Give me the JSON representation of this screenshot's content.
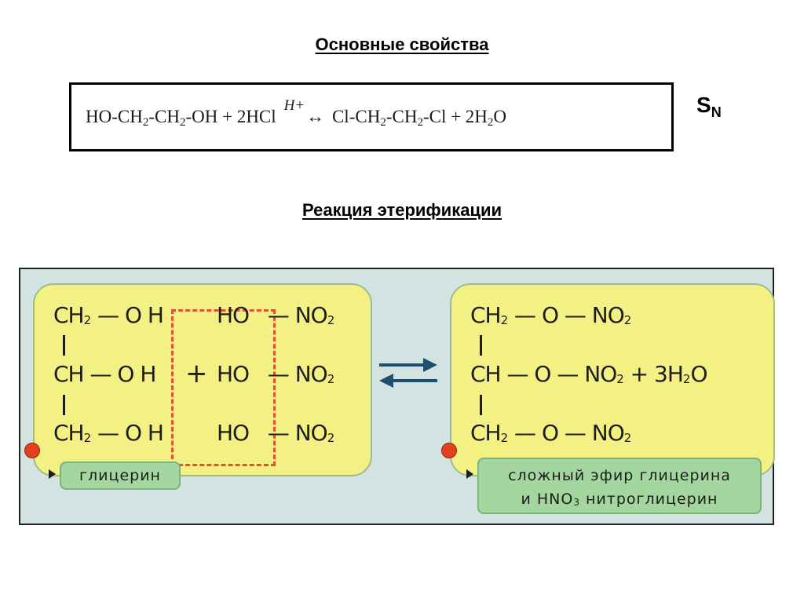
{
  "headings": {
    "main_properties": "Основные свойства",
    "esterification": "Реакция этерификации"
  },
  "equation": {
    "reactant_1a": "HO-CH",
    "reactant_1b": "2",
    "reactant_1c": "-CH",
    "reactant_1d": "2",
    "reactant_1e": "-OH + 2HCl",
    "catalyst": "H+",
    "arrow": "↔",
    "product_1a": "Cl-CH",
    "product_1b": "2",
    "product_1c": "-CH",
    "product_1d": "2",
    "product_1e": "-Cl + 2H",
    "product_1f": "2",
    "product_1g": "O"
  },
  "mechanism": {
    "main": "S",
    "sub": "N"
  },
  "scheme": {
    "left_rows": [
      {
        "group": "CH",
        "sub": "2",
        "bond": " — O",
        "h": "H",
        "plus": "",
        "ho": "HO",
        "dash": " — NO",
        "no2sub": "2"
      },
      {
        "group": "CH",
        "sub": "",
        "bond": "  — O",
        "h": "H",
        "plus": "+",
        "ho": "HO",
        "dash": "  — NO",
        "no2sub": "2"
      },
      {
        "group": "CH",
        "sub": "2",
        "bond": " — O",
        "h": "H",
        "plus": "",
        "ho": "HO",
        "dash": " — NO",
        "no2sub": "2"
      }
    ],
    "right_rows": [
      {
        "group": "CH",
        "sub": "2",
        "rest": " — O — NO",
        "no2sub": "2",
        "tail": ""
      },
      {
        "group": "CH",
        "sub": "",
        "rest": "  — O — NO",
        "no2sub": "2",
        "tail": " + 3H",
        "tailsub": "2",
        "tailend": "O"
      },
      {
        "group": "CH",
        "sub": "2",
        "rest": " — O — NO",
        "no2sub": "2",
        "tail": ""
      }
    ],
    "left_label": "глицерин",
    "right_label_line1": "сложный эфир глицерина",
    "right_label_line2a": "и HNO",
    "right_label_line2b": "3",
    "right_label_line2c": " нитроглицерин",
    "colors": {
      "panel": "#f3f184",
      "background": "#d3e3e1",
      "label": "#a4d6a0",
      "dashed_box": "#e0522b",
      "arrows": "#1f4f6f",
      "dot": "#e2401f"
    }
  }
}
